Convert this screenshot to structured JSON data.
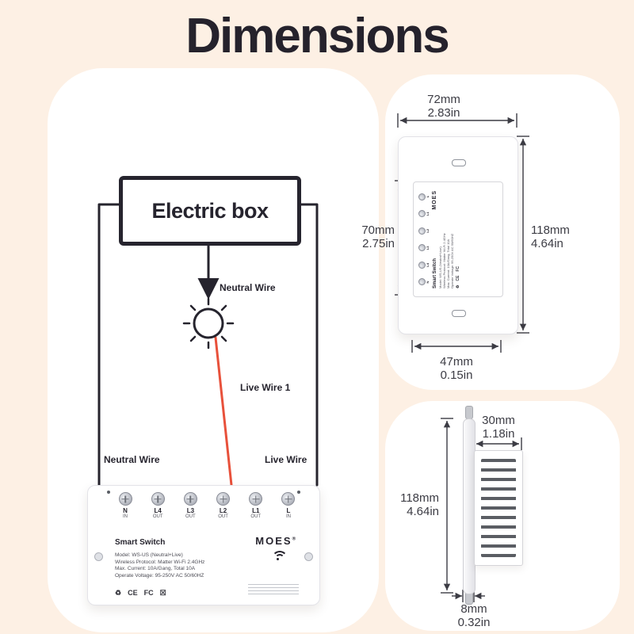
{
  "page": {
    "title": "Dimensions",
    "colors": {
      "background": "#fdf0e4",
      "ink": "#26242e",
      "wire_red": "#e8513b",
      "panel": "#ffffff"
    }
  },
  "wiring": {
    "electric_box": "Electric box",
    "neutral_wire_top": "Neutral Wire",
    "live_wire_1": "Live Wire 1",
    "neutral_wire": "Neutral Wire",
    "live_wire": "Live Wire",
    "icons": {
      "bulb": "light-bulb-with-rays",
      "arrow": "down-arrowhead"
    }
  },
  "device": {
    "name": "Smart Switch",
    "brand": "MOES",
    "brand_reg": "®",
    "terminals": [
      {
        "label": "N",
        "sub": "IN"
      },
      {
        "label": "L4",
        "sub": "OUT"
      },
      {
        "label": "L3",
        "sub": "OUT"
      },
      {
        "label": "L2",
        "sub": "OUT"
      },
      {
        "label": "L1",
        "sub": "OUT"
      },
      {
        "label": "L",
        "sub": "IN"
      }
    ],
    "specs": [
      "Model: WS-US (Neutral+Live)",
      "Wireless Protocol: Matter Wi-Fi 2.4GHz",
      "Max. Current: 10A/Gang, Total 10A",
      "Operate Voltage: 95-250V AC 50/60HZ"
    ],
    "certs": [
      "♻",
      "CE",
      "FC",
      "☒"
    ],
    "icons": {
      "wifi": "wifi-signal-arcs",
      "terminal": "screw-head-circle"
    }
  },
  "front_view": {
    "width": {
      "mm": "72mm",
      "in": "2.83in"
    },
    "module_height": {
      "mm": "70mm",
      "in": "2.75in"
    },
    "height": {
      "mm": "118mm",
      "in": "4.64in"
    },
    "module_width": {
      "mm": "47mm",
      "in": "0.15in"
    }
  },
  "side_view": {
    "depth": {
      "mm": "30mm",
      "in": "1.18in"
    },
    "height": {
      "mm": "118mm",
      "in": "4.64in"
    },
    "thickness": {
      "mm": "8mm",
      "in": "0.32in"
    }
  }
}
